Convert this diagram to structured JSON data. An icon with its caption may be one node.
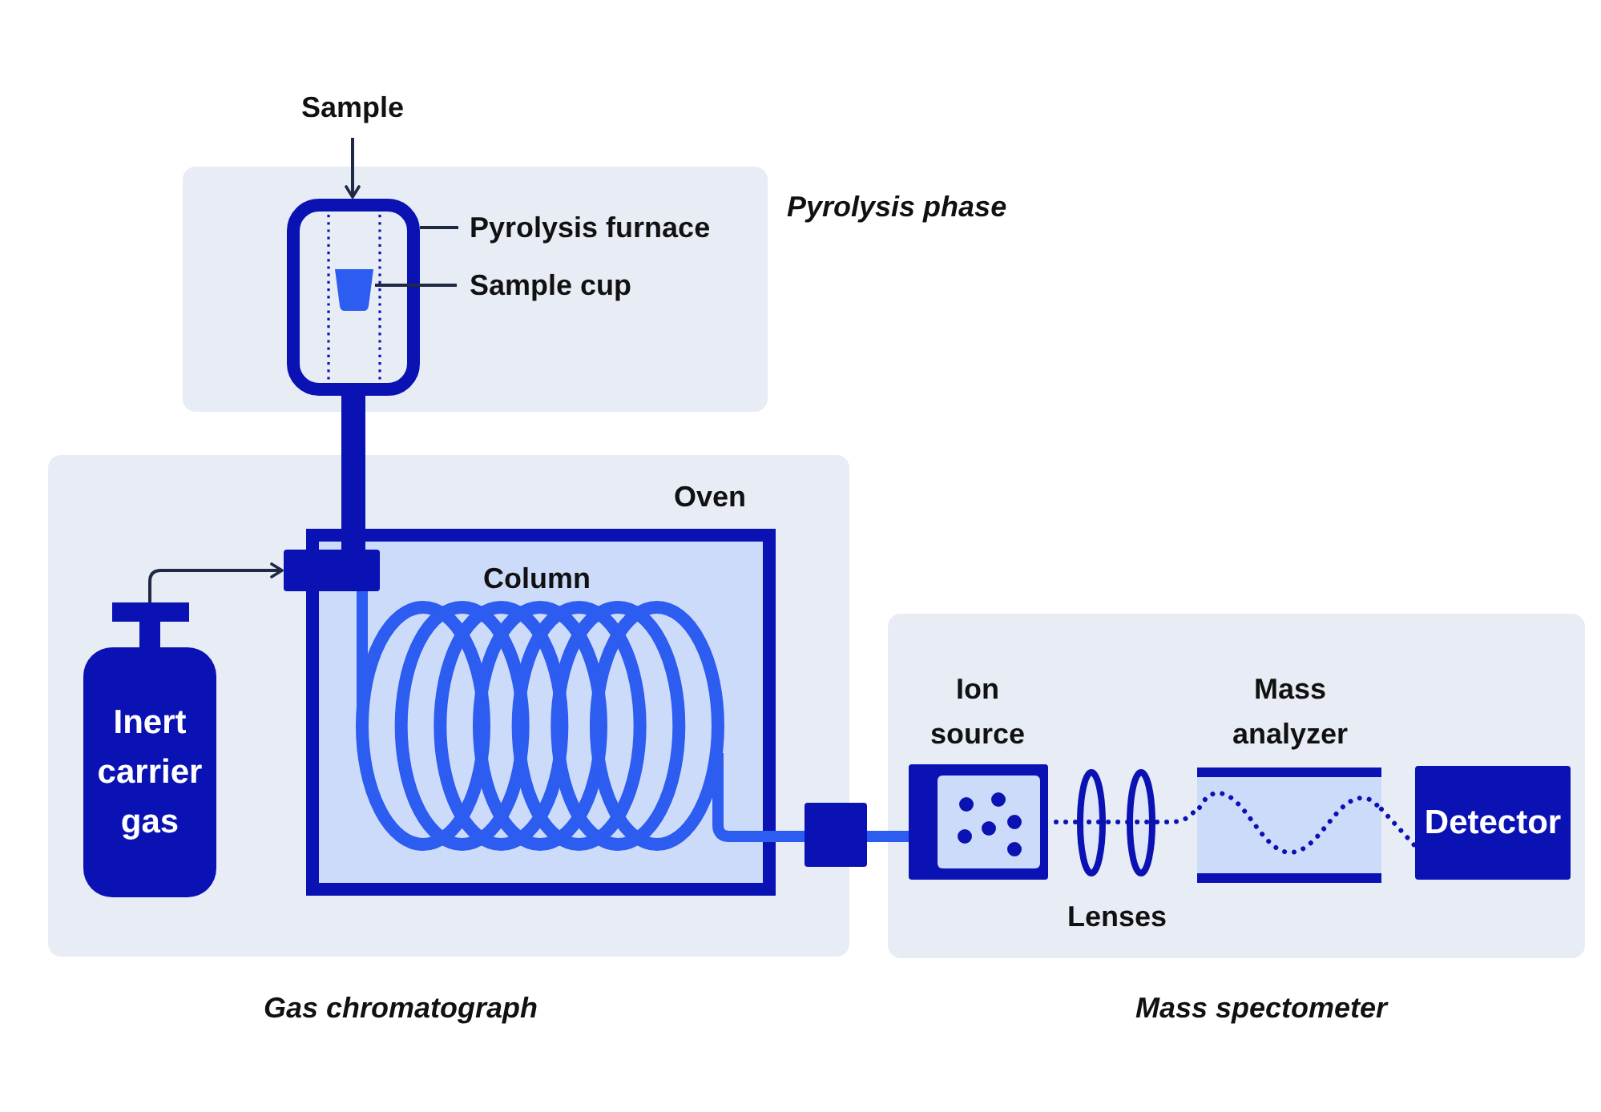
{
  "diagram": {
    "nodes": [
      {
        "text": [
          "Sample"
        ]
      },
      {
        "text": [
          "Pyrolysis phase"
        ]
      },
      {
        "text": [],
        "shape": "box",
        "in": 1
      },
      {
        "text": [],
        "shape": "cup",
        "in": 2
      },
      {
        "text": [
          "Pyrolysis furnace"
        ],
        "in": 1
      },
      {
        "text": [
          "Sample cup"
        ],
        "in": 1
      },
      {
        "text": [
          "Gas chromatograph"
        ]
      },
      {
        "text": [
          "Inert carrier gas"
        ],
        "in": 6
      },
      {
        "text": [],
        "shape": "box",
        "in": 6
      },
      {
        "text": [
          "Oven"
        ],
        "in": 6
      },
      {
        "text": [
          "Column"
        ],
        "in": 9
      },
      {
        "text": [],
        "shape": "box"
      },
      {
        "text": [
          "Mass spectometer"
        ]
      },
      {
        "text": [
          "Ion source"
        ],
        "in": 12
      },
      {
        "text": [
          "Lenses"
        ],
        "in": 12
      },
      {
        "text": [
          "Mass analyzer"
        ],
        "in": 12
      },
      {
        "text": [
          "Detector"
        ],
        "in": 12
      }
    ],
    "edges": [
      {
        "from": 0,
        "to": 2,
        "arrow": "to"
      },
      {
        "from": 4,
        "to": 2,
        "arrow": "none"
      },
      {
        "from": 5,
        "to": 3,
        "arrow": "none"
      },
      {
        "from": 2,
        "to": 8,
        "arrow": "none",
        "style": "thick",
        "color": "#0b12b3"
      },
      {
        "from": 7,
        "to": 8,
        "arrow": "to"
      },
      {
        "from": 8,
        "to": 10,
        "arrow": "none",
        "style": "thick",
        "color": "#2c5cf0"
      },
      {
        "from": 10,
        "to": 11,
        "arrow": "none",
        "style": "thick",
        "color": "#2c5cf0"
      },
      {
        "from": 11,
        "to": 13,
        "arrow": "none",
        "style": "thick",
        "color": "#2c5cf0"
      },
      {
        "from": 13,
        "to": 14,
        "arrow": "none",
        "style": "dashed",
        "color": "#0b12b3"
      },
      {
        "from": 14,
        "to": 15,
        "arrow": "none",
        "style": "dashed",
        "color": "#0b12b3"
      },
      {
        "from": 15,
        "to": 16,
        "arrow": "none",
        "style": "dashed",
        "color": "#0b12b3"
      }
    ]
  }
}
